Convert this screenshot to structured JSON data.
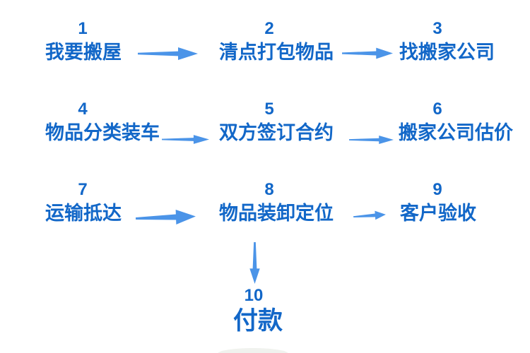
{
  "flowchart": {
    "steps": [
      {
        "number": "1",
        "label": "我要搬屋"
      },
      {
        "number": "2",
        "label": "清点打包物品"
      },
      {
        "number": "3",
        "label": "找搬家公司"
      },
      {
        "number": "4",
        "label": "物品分类装车"
      },
      {
        "number": "5",
        "label": "双方签订合约"
      },
      {
        "number": "6",
        "label": "搬家公司估价"
      },
      {
        "number": "7",
        "label": "运输抵达"
      },
      {
        "number": "8",
        "label": "物品装卸定位"
      },
      {
        "number": "9",
        "label": "客户验收"
      },
      {
        "number": "10",
        "label": "付款"
      }
    ],
    "connections": [
      {
        "from": "1",
        "to": "2",
        "direction": "right"
      },
      {
        "from": "2",
        "to": "3",
        "direction": "right"
      },
      {
        "from": "4",
        "to": "5",
        "direction": "right"
      },
      {
        "from": "5",
        "to": "6",
        "direction": "right"
      },
      {
        "from": "7",
        "to": "8",
        "direction": "right"
      },
      {
        "from": "8",
        "to": "9",
        "direction": "right"
      },
      {
        "from": "8",
        "to": "10",
        "direction": "down"
      }
    ]
  },
  "colors": {
    "step_text": "#1267c8",
    "arrow": "#4b94e8",
    "background": "#ffffff"
  }
}
